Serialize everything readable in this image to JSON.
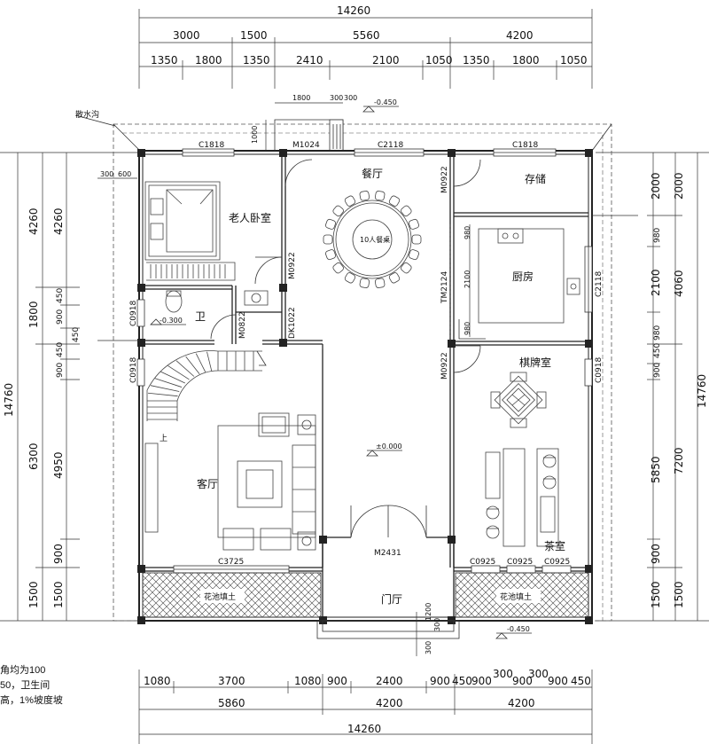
{
  "dimensions": {
    "top_total": "14260",
    "top_row1": [
      "3000",
      "1500",
      "5560",
      "4200"
    ],
    "top_row2": [
      "1350",
      "1800",
      "1350",
      "2410",
      "2100",
      "1050",
      "1350",
      "1800",
      "1050"
    ],
    "bottom_row1": [
      "1080",
      "3700",
      "1080",
      "900",
      "2400",
      "900",
      "450",
      "900",
      "300",
      "900",
      "300",
      "900",
      "450"
    ],
    "bottom_row2": [
      "5860",
      "4200",
      "4200"
    ],
    "bottom_total": "14260",
    "left_outer": "14760",
    "left_mid": [
      "4260",
      "1800",
      "6300",
      "1500"
    ],
    "left_inner": [
      "4260",
      "450",
      "900",
      "450",
      "900",
      "450",
      "4950",
      "900",
      "1500"
    ],
    "right_outer": "14760",
    "right_mid": [
      "2000",
      "4060",
      "7200",
      "1500"
    ],
    "right_inner": [
      "2000",
      "980",
      "2100",
      "980",
      "900",
      "450",
      "5850",
      "900",
      "1500"
    ],
    "entry_dims": [
      "1800",
      "300",
      "300",
      "1000"
    ],
    "left_top_small": [
      "300",
      "600"
    ],
    "porch_dims": [
      "300",
      "1200",
      "300"
    ]
  },
  "rooms": {
    "elder_bedroom": "老人卧室",
    "dining": "餐厅",
    "storage": "存储",
    "kitchen": "厨房",
    "bathroom": "卫",
    "chess_room": "棋牌室",
    "living": "客厅",
    "tea_room": "茶室",
    "foyer": "门厅",
    "planter_left": "花池填土",
    "planter_right": "花池填土",
    "table_label": "10人餐桌",
    "drain": "散水沟",
    "stair_up": "上"
  },
  "doors_windows": {
    "c1818_a": "C1818",
    "m1024": "M1024",
    "c2118_top": "C2118",
    "c1818_b": "C1818",
    "m0922_a": "M0922",
    "m0922_b": "M0922",
    "m0922_c": "M0922",
    "tm2124": "TM2124",
    "c2118_right": "C2118",
    "c0918_a": "C0918",
    "c0918_b": "C0918",
    "c0918_c": "C0918",
    "m0822": "M0822",
    "dk1022": "DK1022",
    "c3725": "C3725",
    "m2431": "M2431",
    "c0925_a": "C0925",
    "c0925_b": "C0925",
    "c0925_c": "C0925"
  },
  "levels": {
    "entry": "-0.450",
    "bath": "-0.300",
    "floor": "±0.000",
    "porch": "-0.450"
  },
  "kitchen_dims": [
    "980",
    "2100",
    "980"
  ],
  "notes": [
    "角均为100",
    "50，卫生间",
    "高，1%坡度坡"
  ]
}
